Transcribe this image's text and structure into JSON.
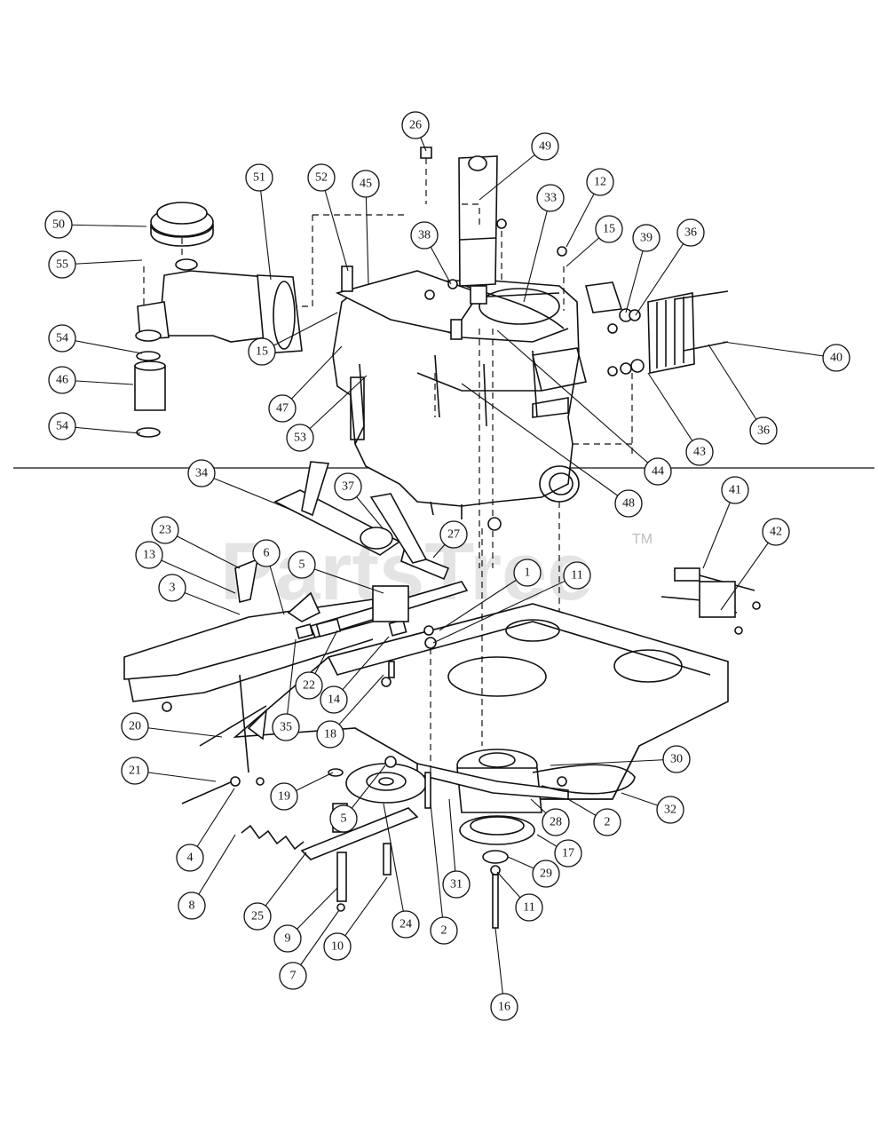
{
  "diagram": {
    "watermark": "PartsTree",
    "trademark": "TM",
    "callouts": [
      {
        "id": "c49",
        "label": "49"
      },
      {
        "id": "c26",
        "label": "26"
      },
      {
        "id": "c52",
        "label": "52"
      },
      {
        "id": "c45",
        "label": "45"
      },
      {
        "id": "c51",
        "label": "51"
      },
      {
        "id": "c50",
        "label": "50"
      },
      {
        "id": "c55",
        "label": "55"
      },
      {
        "id": "c54a",
        "label": "54"
      },
      {
        "id": "c46",
        "label": "46"
      },
      {
        "id": "c54b",
        "label": "54"
      },
      {
        "id": "c38",
        "label": "38"
      },
      {
        "id": "c33",
        "label": "33"
      },
      {
        "id": "c12",
        "label": "12"
      },
      {
        "id": "c15a",
        "label": "15"
      },
      {
        "id": "c39",
        "label": "39"
      },
      {
        "id": "c36a",
        "label": "36"
      },
      {
        "id": "c40",
        "label": "40"
      },
      {
        "id": "c36b",
        "label": "36"
      },
      {
        "id": "c43",
        "label": "43"
      },
      {
        "id": "c44",
        "label": "44"
      },
      {
        "id": "c48",
        "label": "48"
      },
      {
        "id": "c15b",
        "label": "15"
      },
      {
        "id": "c47",
        "label": "47"
      },
      {
        "id": "c53",
        "label": "53"
      },
      {
        "id": "c34",
        "label": "34"
      },
      {
        "id": "c37",
        "label": "37"
      },
      {
        "id": "c27",
        "label": "27"
      },
      {
        "id": "c23",
        "label": "23"
      },
      {
        "id": "c13",
        "label": "13"
      },
      {
        "id": "c6",
        "label": "6"
      },
      {
        "id": "c3",
        "label": "3"
      },
      {
        "id": "c5a",
        "label": "5"
      },
      {
        "id": "c1",
        "label": "1"
      },
      {
        "id": "c11a",
        "label": "11"
      },
      {
        "id": "c41",
        "label": "41"
      },
      {
        "id": "c42",
        "label": "42"
      },
      {
        "id": "c22",
        "label": "22"
      },
      {
        "id": "c14",
        "label": "14"
      },
      {
        "id": "c35",
        "label": "35"
      },
      {
        "id": "c20",
        "label": "20"
      },
      {
        "id": "c18",
        "label": "18"
      },
      {
        "id": "c21",
        "label": "21"
      },
      {
        "id": "c19",
        "label": "19"
      },
      {
        "id": "c5b",
        "label": "5"
      },
      {
        "id": "c30",
        "label": "30"
      },
      {
        "id": "c32",
        "label": "32"
      },
      {
        "id": "c28",
        "label": "28"
      },
      {
        "id": "c2a",
        "label": "2"
      },
      {
        "id": "c17",
        "label": "17"
      },
      {
        "id": "c4",
        "label": "4"
      },
      {
        "id": "c8",
        "label": "8"
      },
      {
        "id": "c25",
        "label": "25"
      },
      {
        "id": "c9",
        "label": "9"
      },
      {
        "id": "c24",
        "label": "24"
      },
      {
        "id": "c2b",
        "label": "2"
      },
      {
        "id": "c31",
        "label": "31"
      },
      {
        "id": "c29",
        "label": "29"
      },
      {
        "id": "c11b",
        "label": "11"
      },
      {
        "id": "c10",
        "label": "10"
      },
      {
        "id": "c7",
        "label": "7"
      },
      {
        "id": "c16",
        "label": "16"
      }
    ]
  }
}
